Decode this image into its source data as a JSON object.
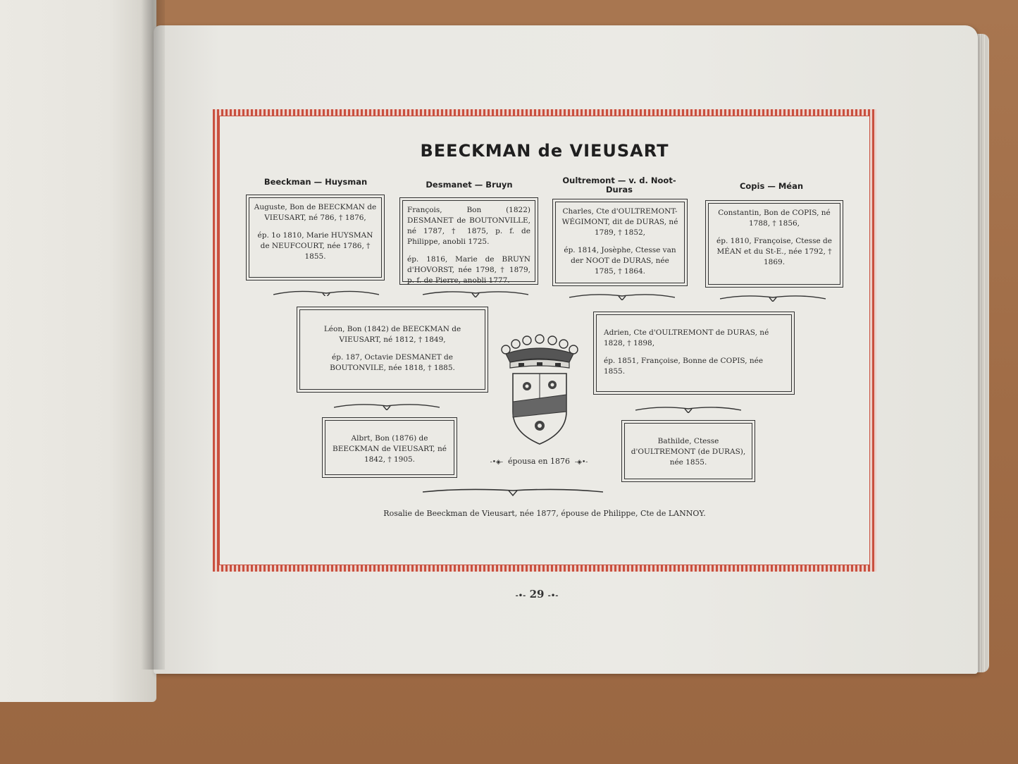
{
  "title": "BEECKMAN de VIEUSART",
  "columns": [
    {
      "heading": "Beeckman — Huysman",
      "lines": [
        "Auguste, Bon de BEECKMAN de VIEUSART, né 786, † 1876,",
        "ép. 1o 1810, Marie HUYSMAN de NEUFCOURT, née 1786, † 1855."
      ]
    },
    {
      "heading": "Desmanet — Bruyn",
      "lines": [
        "François, Bon (1822) DESMANET de BOUTONVILLE, né 1787, † 1875, p. f. de Philippe, anobli 1725.",
        "ép. 1816, Marie de BRUYN d'HOVORST, née 1798, † 1879, p. f. de Pierre, anobli 1777."
      ]
    },
    {
      "heading": "Oultremont — v. d. Noot-Duras",
      "lines": [
        "Charles, Cte d'OULTREMONT-WÉGIMONT, dit de DURAS, né 1789, † 1852,",
        "ép. 1814, Josèphe, Ctesse van der NOOT de DURAS, née 1785, † 1864."
      ]
    },
    {
      "heading": "Copis — Méan",
      "lines": [
        "Constantin, Bon de COPIS, né 1788, † 1856,",
        "ép. 1810, Françoise, Ctesse de MÉAN et du St-E., née 1792, † 1869."
      ]
    }
  ],
  "middle": [
    {
      "lines": [
        "Léon, Bon (1842) de BEECKMAN de VIEUSART, né 1812, † 1849,",
        "ép. 187, Octavie DESMANET de BOUTONVILE, née 1818, † 1885."
      ]
    },
    {
      "lines": [
        "Adrien, Cte d'OULTREMONT de DURAS, né 1828, † 1898,",
        "ép. 1851, Françoise, Bonne de COPIS, née 1855."
      ]
    }
  ],
  "bottom": [
    {
      "lines": [
        "Albrt, Bon (1876) de BEECKMAN de VIEUSART, né 1842, † 1905."
      ]
    },
    {
      "lines": [
        "Bathilde, Ctesse d'OULTREMONT (de DURAS), née 1855."
      ]
    }
  ],
  "marriage_label": "épousa en 1876",
  "footnote": "Rosalie de Beeckman de Vieusart, née 1877, épouse de Philippe, Cte de LANNOY.",
  "page_number": "29",
  "colors": {
    "frame_red": "#c9503f",
    "paper": "#ebeae5",
    "ink": "#2b2b2b"
  }
}
